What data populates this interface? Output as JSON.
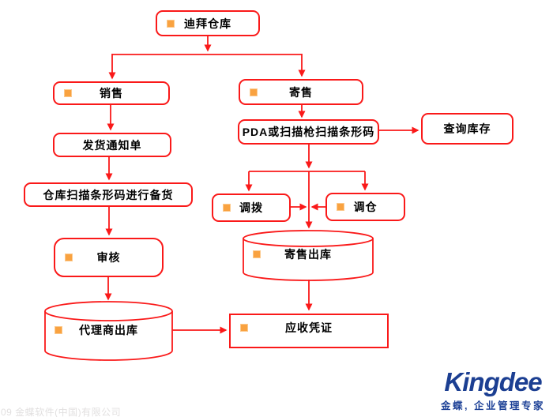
{
  "diagram": {
    "title_node": "迪拜仓库",
    "nodes": {
      "dubai_warehouse": {
        "label": "迪拜仓库"
      },
      "sales": {
        "label": "销售"
      },
      "shipping_notice": {
        "label": "发货通知单"
      },
      "warehouse_scan_prepare": {
        "label": "仓库扫描条形码进行备货"
      },
      "audit": {
        "label": "审核"
      },
      "agent_outbound": {
        "label": "代理商出库"
      },
      "consignment": {
        "label": "寄售"
      },
      "pda_scan": {
        "label": "PDA或扫描枪扫描条形码"
      },
      "query_inventory": {
        "label": "查询库存"
      },
      "transfer_allocate": {
        "label": "调拨"
      },
      "transfer_warehouse": {
        "label": "调仓"
      },
      "consignment_outbound": {
        "label": "寄售出库"
      },
      "receivable_voucher": {
        "label": "应收凭证"
      }
    },
    "colors": {
      "line": "#fa1919",
      "bullet": "#f9a240",
      "text": "#000000"
    }
  },
  "footer": {
    "copyright": "09 金蝶软件(中国)有限公司"
  },
  "logo": {
    "brand": "Kingdee",
    "tagline": "金蝶, 企业管理专家",
    "color": "#1c3f92"
  }
}
